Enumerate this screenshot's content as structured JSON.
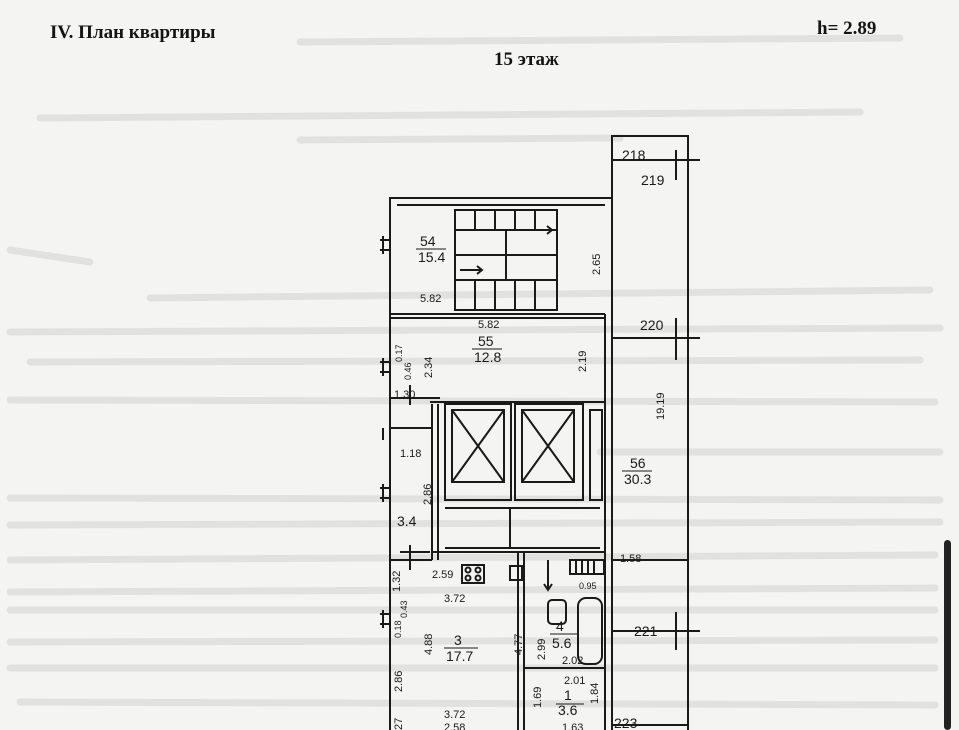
{
  "header": {
    "title": "IV. План квартиры",
    "height": "h= 2.89",
    "floor": "15 этаж"
  },
  "rooms": [
    {
      "number": "54",
      "area": "15.4"
    },
    {
      "number": "55",
      "area": "12.8"
    },
    {
      "number": "56",
      "area": "30.3"
    },
    {
      "number": "3",
      "area": "17.7"
    },
    {
      "number": "4",
      "area": "5.6"
    },
    {
      "number": "1",
      "area": "3.6"
    },
    {
      "number": "",
      "area": "3.4"
    }
  ],
  "axes": [
    "218",
    "219",
    "220",
    "221",
    "223"
  ],
  "dimensions": {
    "d_565": "5.82",
    "d_265": "2.65",
    "d_582b": "5.82",
    "d_017": "0.17",
    "d_046": "0.46",
    "d_234": "2.34",
    "d_219": "2.19",
    "d_130": "1.30",
    "d_1919": "19.19",
    "d_118": "1.18",
    "d_286": "2.86",
    "d_158": "1.58",
    "d_259": "2.59",
    "d_095": "0.95",
    "d_372": "3.72",
    "d_132": "1.32",
    "d_043": "0.43",
    "d_018": "0.18",
    "d_488": "4.88",
    "d_477": "4.77",
    "d_299": "2.99",
    "d_202": "2.02",
    "d_201": "2.01",
    "d_286b": "2.86",
    "d_169": "1.69",
    "d_184": "1.84",
    "d_372b": "3.72",
    "d_258": "2.58",
    "d_163": "1.63",
    "d_27": "27"
  },
  "colors": {
    "paper": "#f4f4f2",
    "ink": "#1a1a1a",
    "bleed": "#c9c9c9"
  }
}
